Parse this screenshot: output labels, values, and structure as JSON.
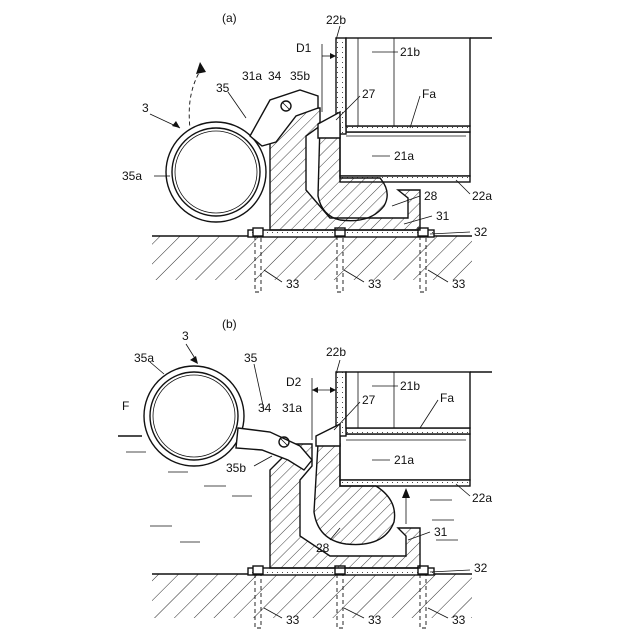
{
  "panels": [
    {
      "id": "a",
      "title": "(a)",
      "labels": {
        "l22b": "22b",
        "l21b": "21b",
        "lD1": "D1",
        "l31a": "31a",
        "l34": "34",
        "l35b": "35b",
        "l35": "35",
        "l3": "3",
        "l27": "27",
        "lFa": "Fa",
        "l21a": "21a",
        "l35a": "35a",
        "l22a": "22a",
        "l28": "28",
        "l31": "31",
        "l32": "32",
        "l33a": "33",
        "l33b": "33",
        "l33c": "33"
      }
    },
    {
      "id": "b",
      "title": "(b)",
      "labels": {
        "l3": "3",
        "l22b": "22b",
        "l35a": "35a",
        "l35": "35",
        "lD2": "D2",
        "l21b": "21b",
        "lF": "F",
        "l34": "34",
        "l31a": "31a",
        "l27": "27",
        "lFa": "Fa",
        "l21a": "21a",
        "l35b": "35b",
        "l22a": "22a",
        "l31": "31",
        "l28": "28",
        "l32": "32",
        "l33a": "33",
        "l33b": "33",
        "l33c": "33"
      }
    }
  ]
}
